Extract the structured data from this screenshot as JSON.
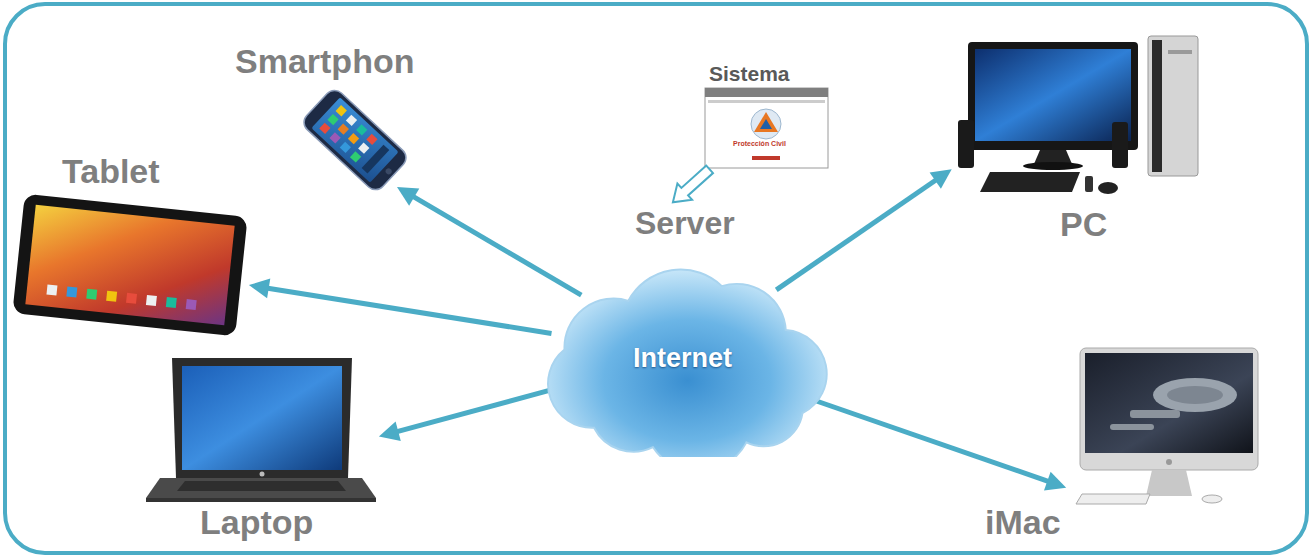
{
  "diagram": {
    "nodes": [
      {
        "text": [
          "Smartphon"
        ]
      },
      {
        "text": [
          "Sistema"
        ]
      },
      {
        "text": [
          "PC"
        ]
      },
      {
        "text": [
          "Tablet"
        ]
      },
      {
        "text": [
          "Server"
        ]
      },
      {
        "text": [
          "Internet"
        ]
      },
      {
        "text": [
          "Laptop"
        ]
      },
      {
        "text": [
          "iMac"
        ]
      }
    ],
    "edges": [
      {
        "from": 5,
        "to": 0,
        "arrow": "to"
      },
      {
        "from": 1,
        "to": 4,
        "arrow": "to"
      },
      {
        "from": 5,
        "to": 2,
        "arrow": "to"
      },
      {
        "from": 5,
        "to": 3,
        "arrow": "to"
      },
      {
        "from": 5,
        "to": 6,
        "arrow": "to"
      },
      {
        "from": 5,
        "to": 7,
        "arrow": "to"
      }
    ],
    "labels": [
      "Protección Civil"
    ]
  }
}
